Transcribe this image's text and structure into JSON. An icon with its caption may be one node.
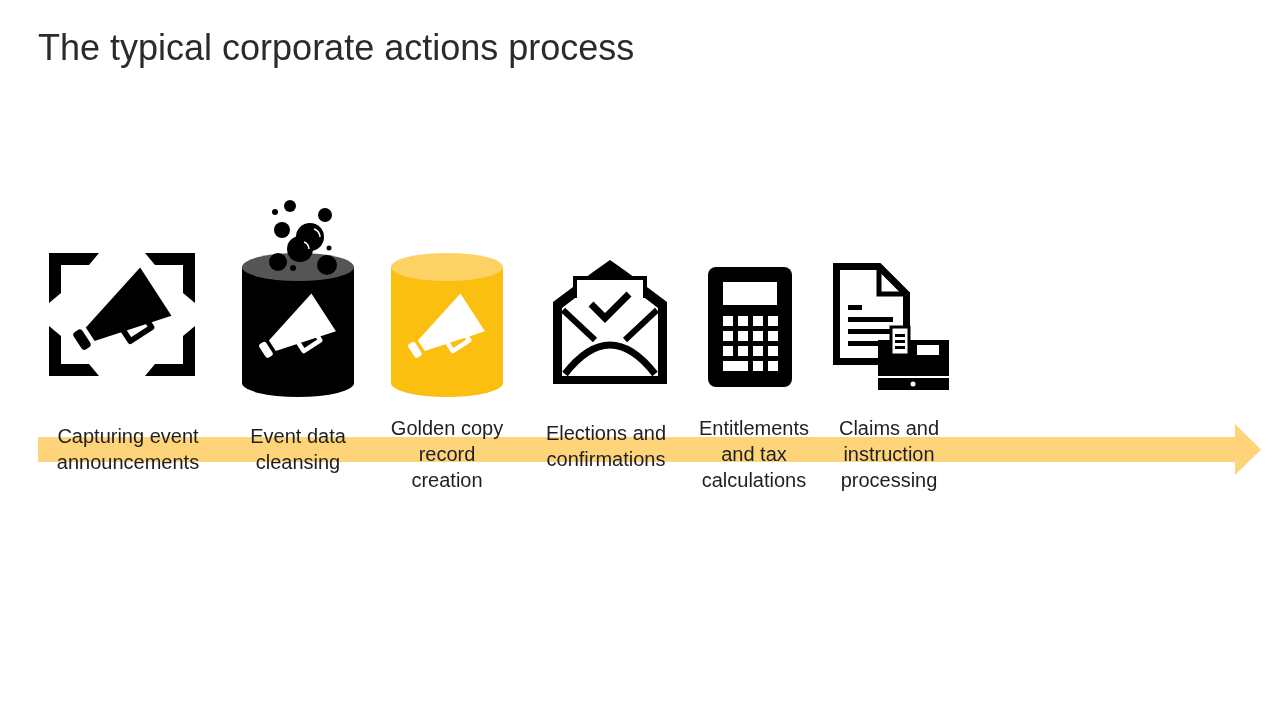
{
  "diagram": {
    "title": "The typical corporate actions process",
    "labels": [
      "Capturing event announcements",
      "Event data cleansing",
      "Golden copy record creation",
      "Elections and confirmations",
      "Entitlements and tax calculations",
      "Claims and instruction processing"
    ]
  }
}
